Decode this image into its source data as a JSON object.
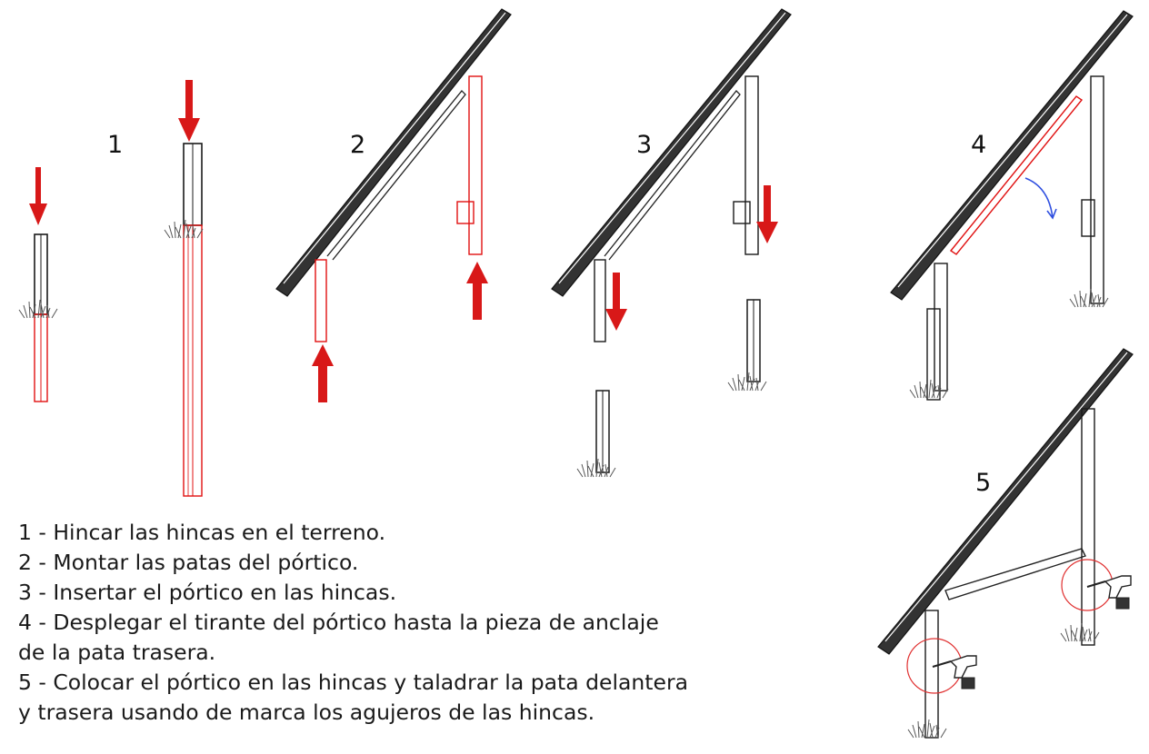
{
  "step_labels": [
    "1",
    "2",
    "3",
    "4",
    "5"
  ],
  "instructions": [
    "1 - Hincar las hincas en el terreno.",
    "2 - Montar las patas del pórtico.",
    "3 - Insertar el pórtico en las hincas.",
    "4 - Desplegar el tirante del pórtico hasta la pieza de anclaje de la pata trasera.",
    "5 - Colocar el pórtico en las hincas y taladrar la pata delantera y trasera usando de marca los agujeros de las hincas."
  ],
  "colors": {
    "line": "#1a1a1a",
    "highlight": "#e01010",
    "arrow": "#d81818",
    "rotation_arrow": "#3050e0",
    "drill_circle": "#e03030"
  }
}
